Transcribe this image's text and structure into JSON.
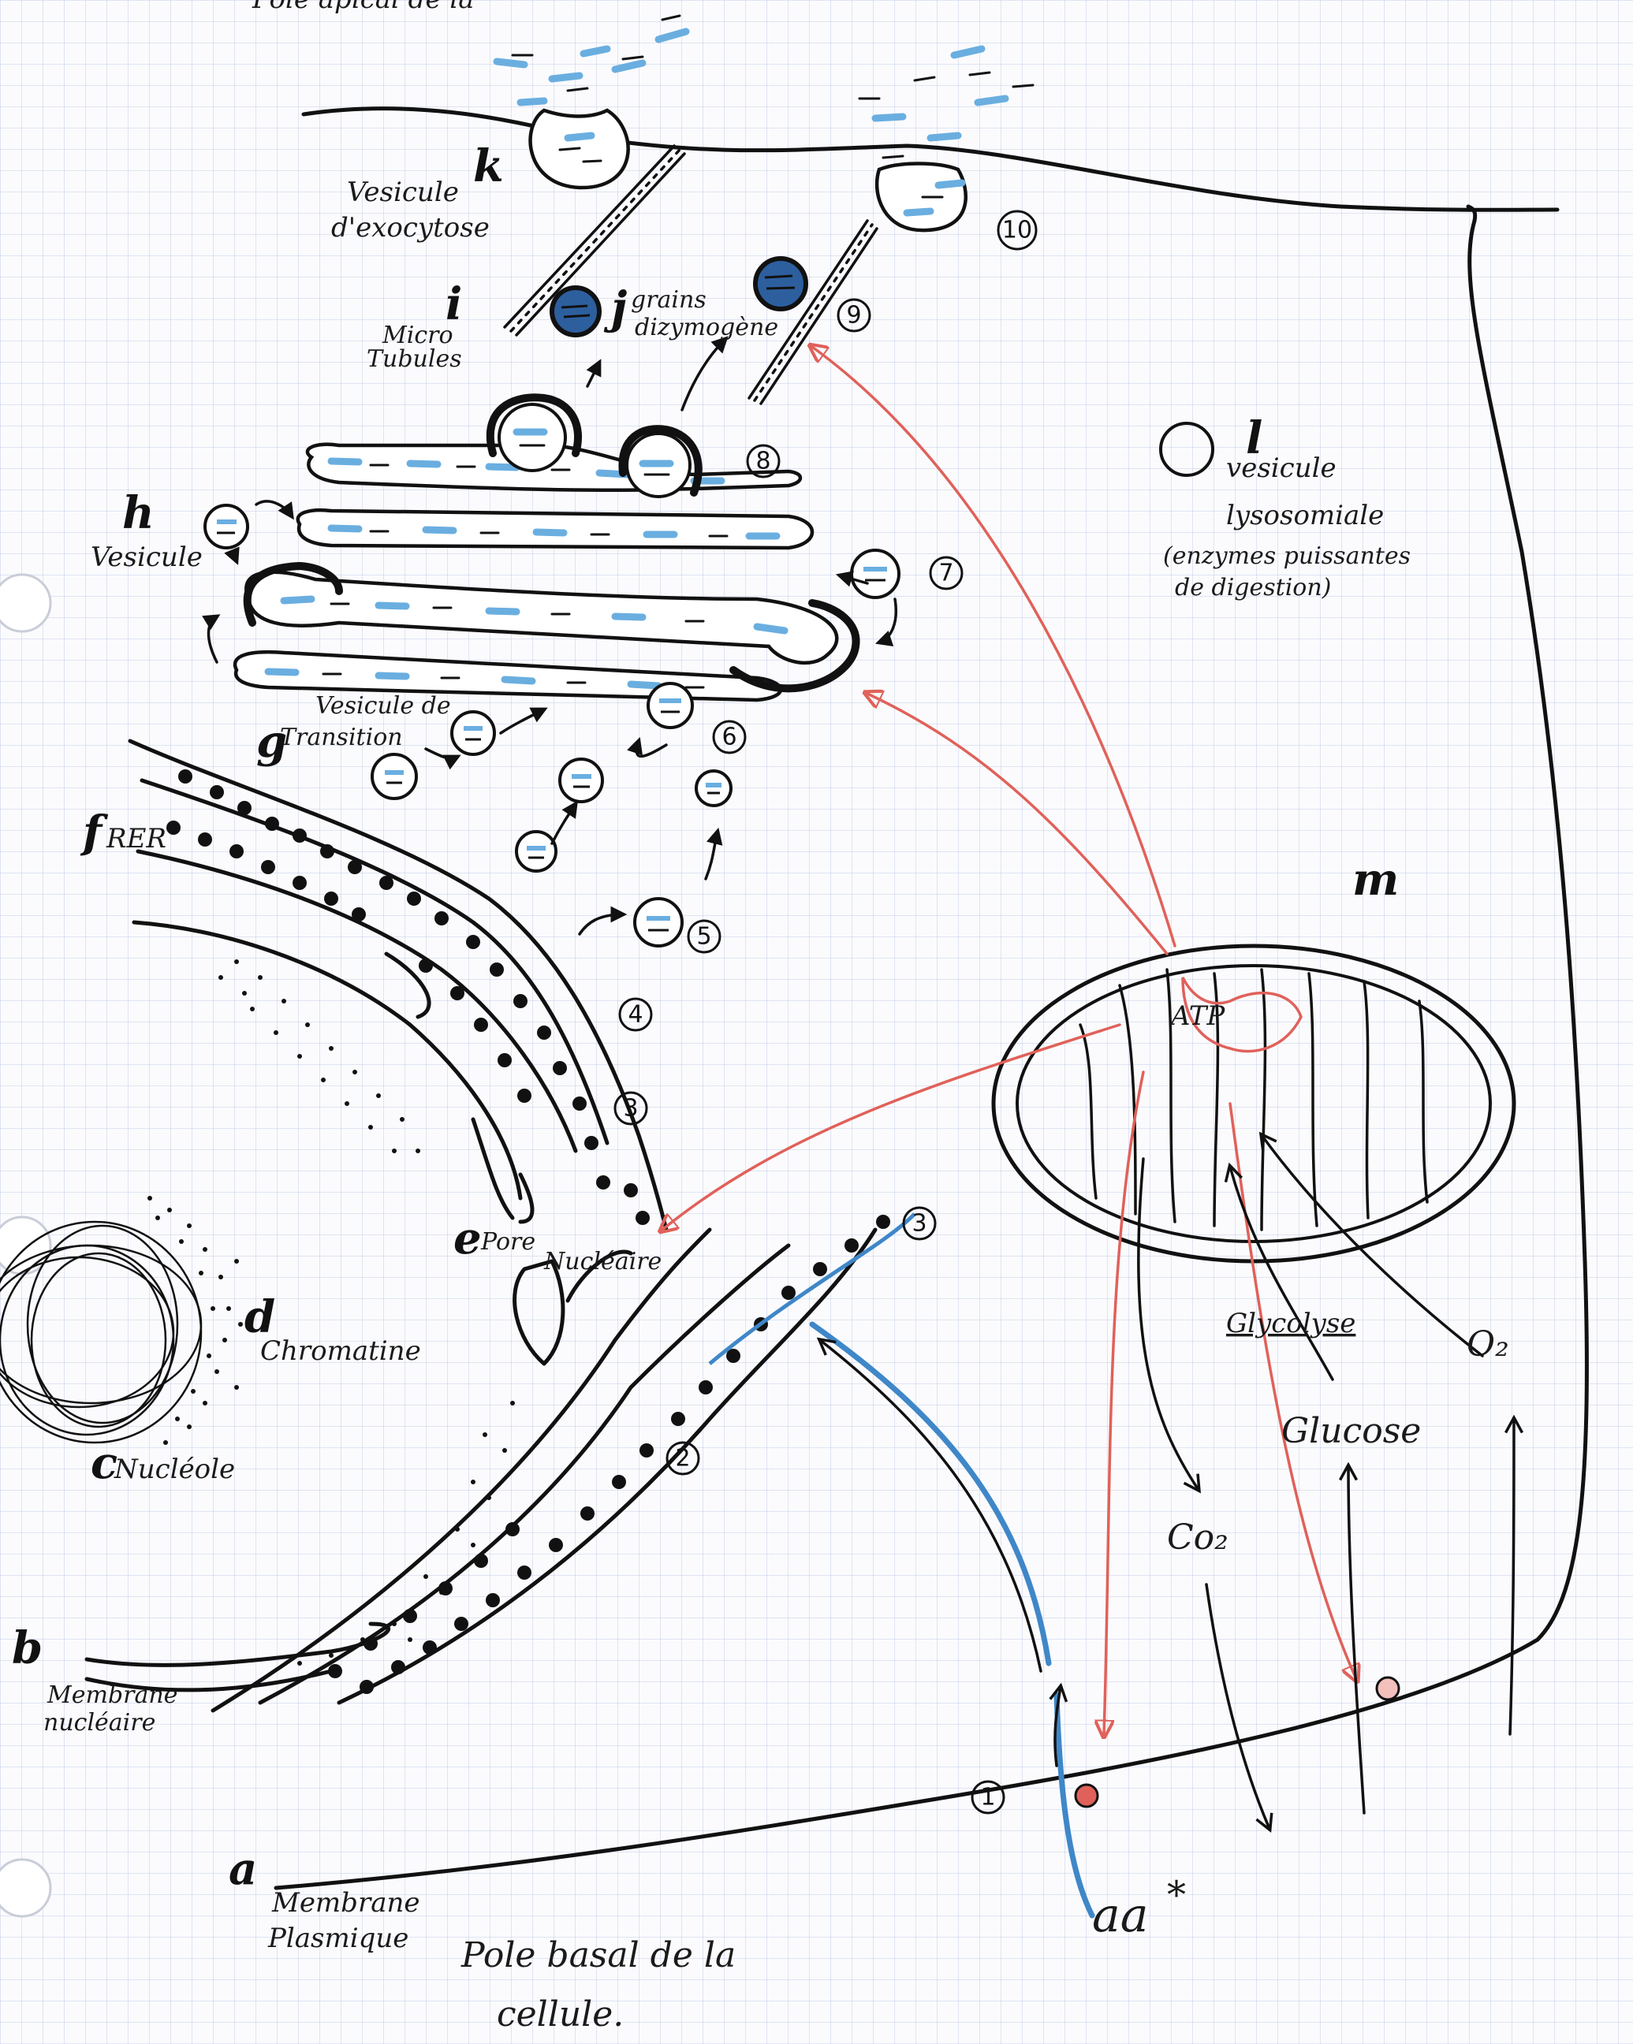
{
  "labels": {
    "top_cut": "Pôle apical de la",
    "a": "a",
    "a_text": [
      "Membrane",
      "Plasmique"
    ],
    "b": "b",
    "b_text": [
      "Membrane",
      "nucléaire"
    ],
    "c": "c",
    "c_text": "Nucléole",
    "d": "d",
    "d_text": "Chromatine",
    "e": "e",
    "e_text": [
      "Pore",
      "Nucléaire"
    ],
    "f": "f",
    "f_text": "RER",
    "g": "g",
    "g_text": [
      "Vesicule de",
      "Transition"
    ],
    "h": "h",
    "h_text": "Vesicule",
    "i": "i",
    "i_text": [
      "Micro",
      "Tubules"
    ],
    "j": "j",
    "j_text": [
      "grains",
      "dizymogène"
    ],
    "k": "k",
    "k_text": [
      "Vesicule",
      "d'exocytose"
    ],
    "l": "l",
    "l_text": [
      "vesicule",
      "lysosomiale",
      "(enzymes puissantes",
      "de digestion)"
    ],
    "m": "m",
    "atp": "ATP",
    "glycolyse": "Glycolyse",
    "glucose": "Glucose",
    "o2": "O₂",
    "co2": "Co₂",
    "aa": "aa",
    "aa_star": "*",
    "pole_basal": [
      "Pole basal de la",
      "cellule."
    ]
  },
  "steps": [
    "1",
    "2",
    "3",
    "3",
    "4",
    "5",
    "6",
    "7",
    "8",
    "9",
    "10"
  ],
  "colors": {
    "ink": "#111111",
    "red": "#e0615a",
    "blue": "#3f87c8",
    "light_blue": "#6aaee0",
    "grid": "#96aad2"
  }
}
